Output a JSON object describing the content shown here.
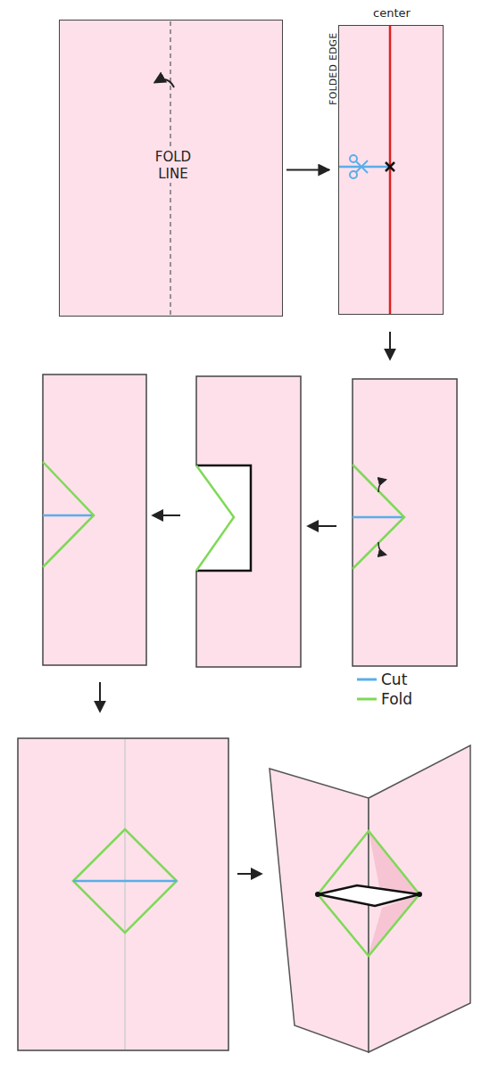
{
  "diagram": {
    "nodes": [
      {
        "text": [
          "FOLD LINE"
        ]
      },
      {
        "text": [
          "FOLDED EDGE",
          "center"
        ]
      }
    ],
    "edges": [
      {
        "from": 0,
        "to": 1,
        "arrow": "to"
      }
    ],
    "legend": [
      {
        "text": "Cut",
        "color": "#5aaee8"
      },
      {
        "text": "Fold",
        "color": "#7ed957"
      }
    ]
  }
}
